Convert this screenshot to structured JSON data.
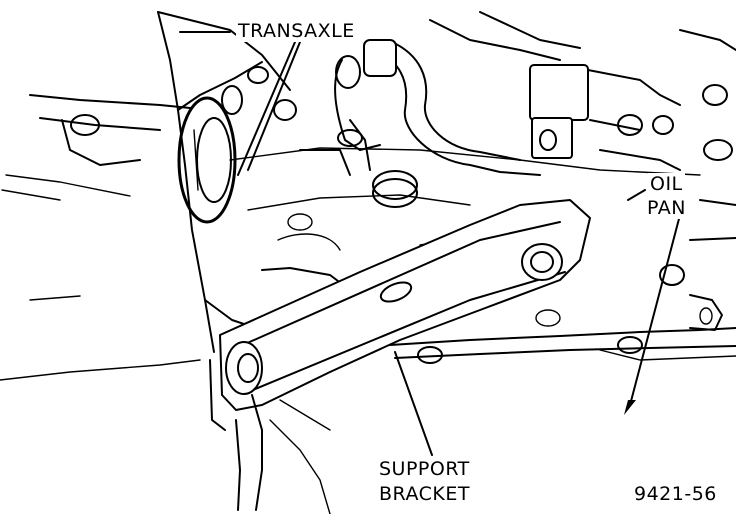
{
  "labels": {
    "transaxle": "TRANSAXLE",
    "oil_pan_line1": "OIL",
    "oil_pan_line2": "PAN",
    "support_line1": "SUPPORT",
    "support_line2": "BRACKET",
    "figure_number": "9421-56"
  }
}
